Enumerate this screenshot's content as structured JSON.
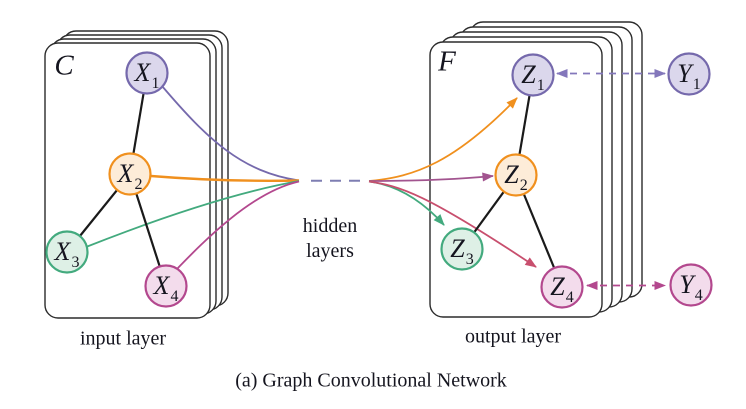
{
  "caption": "(a) Graph Convolutional Network",
  "panels": {
    "left": {
      "label": "C",
      "sublabel": "input layer"
    },
    "right": {
      "label": "F",
      "sublabel": "output layer"
    }
  },
  "middle": {
    "line1": "hidden",
    "line2": "layers"
  },
  "nodes": {
    "X1": {
      "base": "X",
      "sub": "1"
    },
    "X2": {
      "base": "X",
      "sub": "2"
    },
    "X3": {
      "base": "X",
      "sub": "3"
    },
    "X4": {
      "base": "X",
      "sub": "4"
    },
    "Z1": {
      "base": "Z",
      "sub": "1"
    },
    "Z2": {
      "base": "Z",
      "sub": "2"
    },
    "Z3": {
      "base": "Z",
      "sub": "3"
    },
    "Z4": {
      "base": "Z",
      "sub": "4"
    },
    "Y1": {
      "base": "Y",
      "sub": "1"
    },
    "Y4": {
      "base": "Y",
      "sub": "4"
    }
  },
  "edges": {
    "input": [
      "X1-X2",
      "X2-X3",
      "X2-X4"
    ],
    "output": [
      "Z1-Z2",
      "Z2-Z3",
      "Z2-Z4"
    ],
    "io": [
      "Z1-Y1",
      "Z4-Y4"
    ]
  },
  "colors": {
    "purple_fill": "#dbd7ec",
    "purple_stroke": "#7569ac",
    "orange_fill": "#fdecd8",
    "orange_stroke": "#f0901e",
    "green_fill": "#def0e6",
    "green_stroke": "#43aa7e",
    "magenta_fill": "#f3dcec",
    "magenta_stroke": "#b3488e",
    "black_edge": "#1a1a1a",
    "box_stroke": "#2b2b2b",
    "flow_purple": "#7569ac",
    "flow_orange": "#f0901e",
    "flow_green": "#43aa7e",
    "flow_magenta": "#b3488e",
    "flow_plum": "#a2548f",
    "flow_crimson": "#c84f6e",
    "mid_dash": "#7e7eb2",
    "io_dash_purple": "#8377bb",
    "io_dash_magenta": "#b3488e"
  }
}
